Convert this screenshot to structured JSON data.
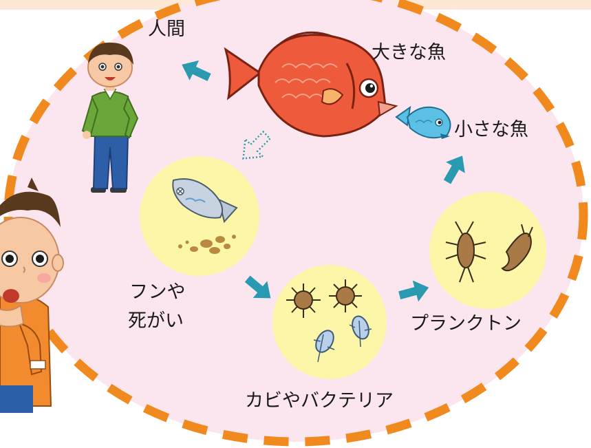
{
  "labels": {
    "human": "人間",
    "big_fish": "大きな魚",
    "small_fish": "小さな魚",
    "plankton": "プランクトン",
    "mold_bacteria": "カビやバクテリア",
    "dung_line1": "フンや",
    "dung_line2": "死がい"
  },
  "colors": {
    "circle_fill": "#fbe5ef",
    "dash_border": "#f08a1e",
    "arrow": "#2a9ab0",
    "yellow_bubble": "#fbf6a8",
    "fish_red": "#ee5a3c",
    "fish_blue": "#5cc0e4",
    "shirt_green": "#6aa63a",
    "jeans_blue": "#2d5fa8",
    "boy_orange": "#f28a2e"
  },
  "icons": [
    "human-figure",
    "big-red-fish-icon",
    "small-blue-fish-icon",
    "dead-fish-icon",
    "dung-particles-icon",
    "mold-bacteria-icon",
    "plankton-icon",
    "thinking-boy-figure",
    "cycle-arrow-icon"
  ]
}
